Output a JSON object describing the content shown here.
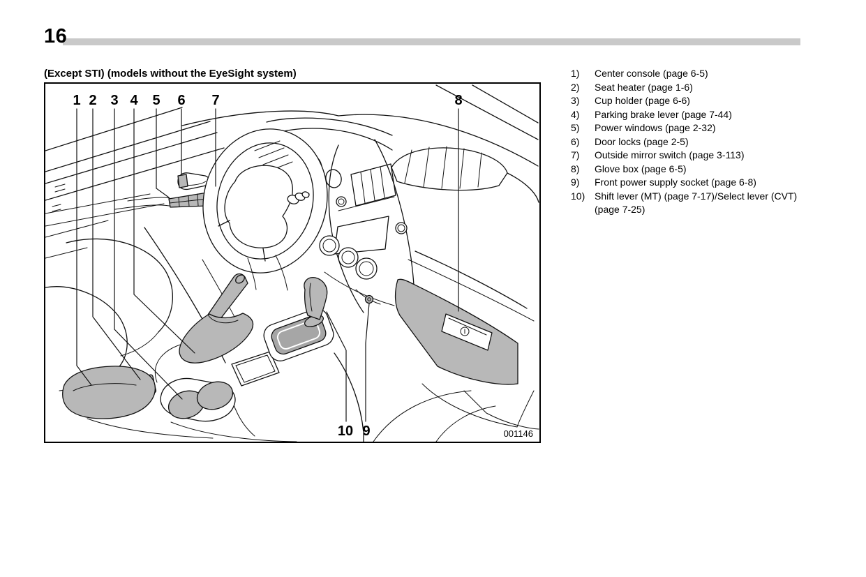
{
  "page": {
    "number": "16"
  },
  "section": {
    "caption": "(Except STI) (models without the EyeSight system)"
  },
  "figure": {
    "figure_id": "001146",
    "description": "Line drawing of vehicle interior (driver area) with numbered callouts",
    "callouts": [
      {
        "label": "1"
      },
      {
        "label": "2"
      },
      {
        "label": "3"
      },
      {
        "label": "4"
      },
      {
        "label": "5"
      },
      {
        "label": "6"
      },
      {
        "label": "7"
      },
      {
        "label": "8"
      },
      {
        "label": "10"
      },
      {
        "label": "9"
      }
    ],
    "colors": {
      "component_fill": "#b8b8b8",
      "line": "#111111",
      "header_rule": "#c9c9c9"
    }
  },
  "legend": {
    "items": [
      {
        "num": "1)",
        "text": "Center console (page 6-5)"
      },
      {
        "num": "2)",
        "text": "Seat heater (page 1-6)"
      },
      {
        "num": "3)",
        "text": "Cup holder (page 6-6)"
      },
      {
        "num": "4)",
        "text": "Parking brake lever (page 7-44)"
      },
      {
        "num": "5)",
        "text": "Power windows (page 2-32)"
      },
      {
        "num": "6)",
        "text": "Door locks (page 2-5)"
      },
      {
        "num": "7)",
        "text": "Outside mirror switch (page 3-113)"
      },
      {
        "num": "8)",
        "text": "Glove box (page 6-5)"
      },
      {
        "num": "9)",
        "text": "Front power supply socket (page 6-8)"
      },
      {
        "num": "10)",
        "text": "Shift lever (MT) (page 7-17)/Select lever (CVT) (page 7-25)"
      }
    ]
  }
}
